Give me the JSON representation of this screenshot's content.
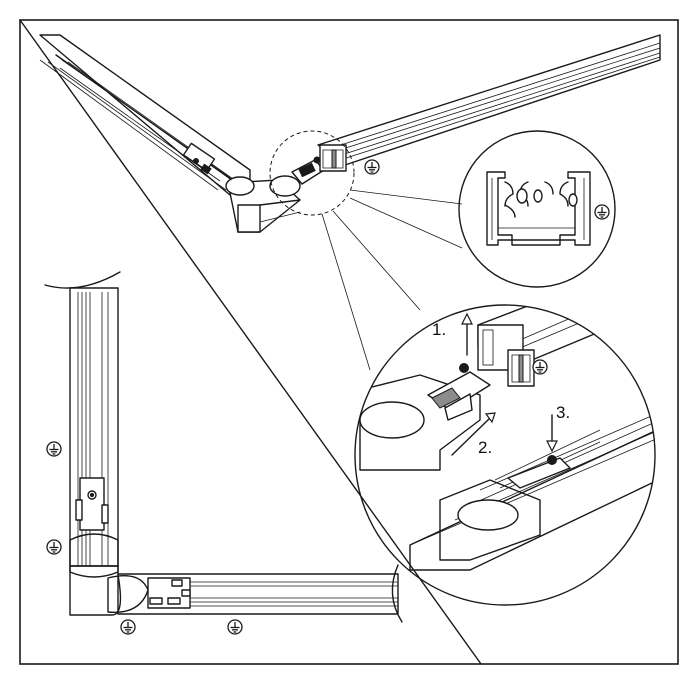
{
  "steps": {
    "step1": "1.",
    "step2": "2.",
    "step3": "3."
  },
  "icons": {
    "ground": "earth-ground-symbol"
  },
  "colors": {
    "line": "#1a1a1a",
    "fill_dark": "#8c8c8c",
    "background": "#ffffff"
  }
}
